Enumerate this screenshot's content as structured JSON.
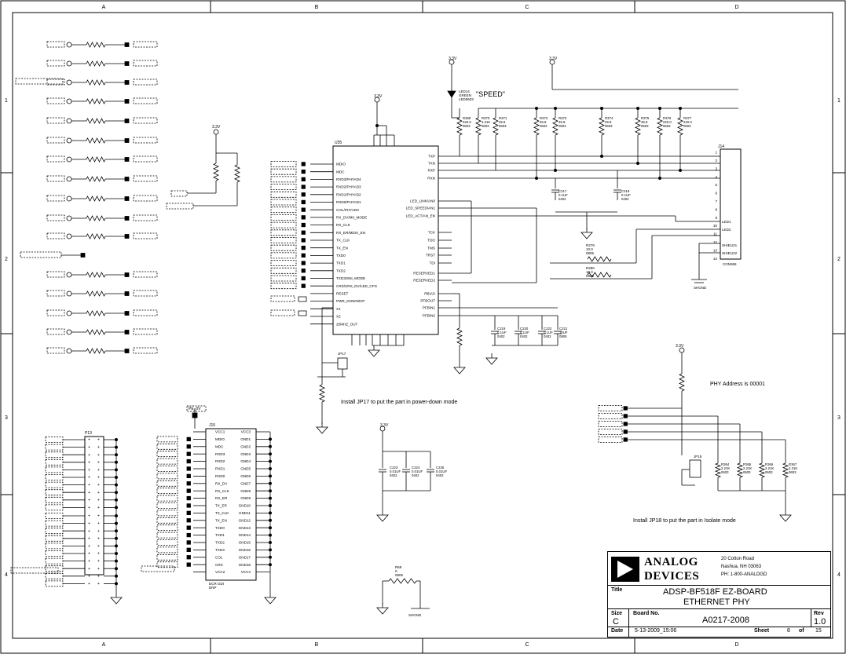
{
  "border": {
    "columns": [
      "A",
      "B",
      "C",
      "D"
    ],
    "rows": [
      "1",
      "2",
      "3",
      "4"
    ]
  },
  "title_block": {
    "company_line1": "ANALOG",
    "company_line2": "DEVICES",
    "address_line1": "20 Cotton Road",
    "address_line2": "Nashua, NH 03063",
    "address_line3": "PH: 1-800-ANALOGD",
    "title_label": "Title",
    "title_line1": "ADSP-BF518F EZ-BOARD",
    "title_line2": "ETHERNET PHY",
    "size_label": "Size",
    "size_value": "C",
    "board_label": "Board No.",
    "board_value": "A0217-2008",
    "rev_label": "Rev",
    "rev_value": "1.0",
    "date_label": "Date",
    "date_value": "5-13-2009_15:06",
    "sheet_label": "Sheet",
    "sheet_value": "8",
    "of_label": "of",
    "of_value": "15"
  },
  "notes": {
    "speed": "\"SPEED\"",
    "jp17_note": "Install JP17 to put the part in power-down mode",
    "phy_address": "PHY Address is 00001",
    "jp18_note": "Install JP18 to put the part in Isolate mode"
  },
  "rails": {
    "v33": "3.3V"
  },
  "refs": {
    "u35": "U35",
    "j14": "J14",
    "j14_part": "CON065",
    "p13": "P13",
    "j15": "J15",
    "j15_part": "DCR GDI",
    "j15_sub": "DNP",
    "jp17": "JP17",
    "jp18": "JP18",
    "led14": "LED14",
    "led14_color": "GREEN",
    "led14_pkg": "LED0603",
    "r279": "R279",
    "r280": "R280",
    "r_value": "10.0",
    "r_pkg": "0805",
    "r69": "R69",
    "r69_value": "0",
    "r69_pkg": "0805",
    "shgnd": "SHGND",
    "pe_0v": "PE_0V"
  },
  "u35_left_pins": [
    "MDIO",
    "MDC",
    "RXD3/PHYAD4",
    "RXD2/PHYAD3",
    "RXD1/PHYAD2",
    "RXD0/PHYAD1",
    "COL/PHYAD0",
    "RX_DV/MII_MODE",
    "RX_CLK",
    "RX_ER/MDIX_EN",
    "TX_CLK",
    "TX_EN",
    "TXD0",
    "TXD1",
    "TXD2",
    "TXD3/SNI_MODE",
    "CRS/CRS_DV/LED_CFG",
    "RESET",
    "PWR_DOWN/INT",
    "X1",
    "X2",
    "25MHZ_OUT"
  ],
  "u35_right_pins": [
    "TXP",
    "TXN",
    "RXP",
    "RXN",
    "LED_LINK/AN0",
    "LED_SPEED/AN1",
    "LED_ACT/AN_EN",
    "TCK",
    "TDO",
    "TMS",
    "TRST",
    "TDI",
    "RESERVED1",
    "RESERVED2",
    "RBIAS",
    "PFBOUT",
    "PFBIN1",
    "PFBIN2"
  ],
  "j14_pins": [
    "1",
    "2",
    "3",
    "4",
    "5",
    "6",
    "7",
    "8",
    "9",
    "10",
    "11",
    "12",
    "13",
    "14"
  ],
  "j14_labels": [
    "LED1",
    "LED2",
    "SHIELD1",
    "SHIELD2"
  ],
  "j15_left_pins": [
    "VCC1",
    "MDIO",
    "MDC",
    "RXD3",
    "RXD2",
    "RXD1",
    "RXD0",
    "RX_DV",
    "RX_CLK",
    "RX_ER",
    "TX_ER",
    "TX_CLK",
    "TX_EN",
    "TXD0",
    "TXD1",
    "TXD2",
    "TXD3",
    "COL",
    "CRS",
    "VCC2"
  ],
  "j15_right_pins": [
    "VCC3",
    "GND1",
    "GND2",
    "GND3",
    "GND4",
    "GND5",
    "GND6",
    "GND7",
    "GND8",
    "GND9",
    "GND10",
    "GND11",
    "GND12",
    "GND13",
    "GND14",
    "GND15",
    "GND16",
    "GND17",
    "GND18",
    "VCC4"
  ],
  "caps": [
    {
      "ref": "C217",
      "val": "0.1UF",
      "pkg": "0402"
    },
    {
      "ref": "C218",
      "val": "0.1UF",
      "pkg": "0402"
    },
    {
      "ref": "C219",
      "val": "0.1UF",
      "pkg": "0402"
    },
    {
      "ref": "C220",
      "val": "0.1UF",
      "pkg": "0402"
    },
    {
      "ref": "C222",
      "val": "0.1UF",
      "pkg": "0402"
    },
    {
      "ref": "C221",
      "val": "10UF",
      "pkg": "0805"
    },
    {
      "ref": "C223",
      "val": "0.01UF",
      "pkg": "0402"
    },
    {
      "ref": "C224",
      "val": "0.01UF",
      "pkg": "0402"
    },
    {
      "ref": "C225",
      "val": "0.01UF",
      "pkg": "0402"
    }
  ],
  "pullups": [
    {
      "ref": "R369",
      "val": "220.0",
      "pkg": "0603"
    },
    {
      "ref": "R370",
      "val": "2.21K",
      "pkg": "0603"
    },
    {
      "ref": "R371",
      "val": "49.9",
      "pkg": "0603"
    },
    {
      "ref": "R372",
      "val": "49.9",
      "pkg": "0603"
    },
    {
      "ref": "R373",
      "val": "49.9",
      "pkg": "0603"
    },
    {
      "ref": "R374",
      "val": "49.9",
      "pkg": "0603"
    },
    {
      "ref": "R375",
      "val": "49.9",
      "pkg": "0603"
    },
    {
      "ref": "R376",
      "val": "220.0",
      "pkg": "0603"
    },
    {
      "ref": "R377",
      "val": "220.0",
      "pkg": "0603"
    }
  ],
  "phy_res": [
    {
      "ref": "R364",
      "val": "2.21K",
      "pkg": "0603"
    },
    {
      "ref": "R365",
      "val": "2.21K",
      "pkg": "0603"
    },
    {
      "ref": "R366",
      "val": "2.21K",
      "pkg": "0603"
    },
    {
      "ref": "R367",
      "val": "2.21K",
      "pkg": "0603"
    }
  ]
}
